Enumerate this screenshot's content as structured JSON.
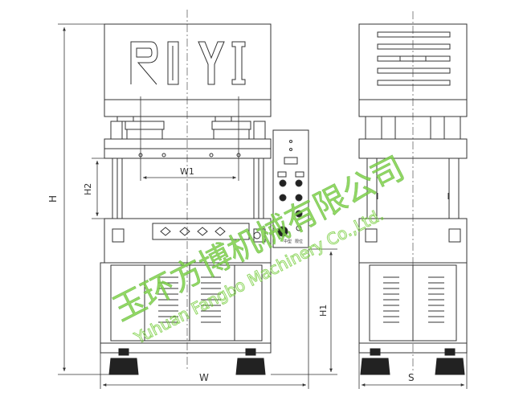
{
  "diagram": {
    "logo_text": "RI YI",
    "dimensions": {
      "height_label": "H",
      "width_label": "W",
      "depth_label": "S",
      "inner_width_label": "W1",
      "stroke_label": "H2",
      "work_height_label": "H1"
    },
    "panel": {
      "labels": [
        "中型",
        "限位"
      ]
    }
  },
  "watermark": {
    "company_cn": "玉环方博机械有限公司",
    "company_en": "Yuhuan Fangbo Machinery Co.,Ltd."
  },
  "colors": {
    "line": "#333333",
    "watermark": "#7fd14a",
    "background": "#ffffff"
  }
}
